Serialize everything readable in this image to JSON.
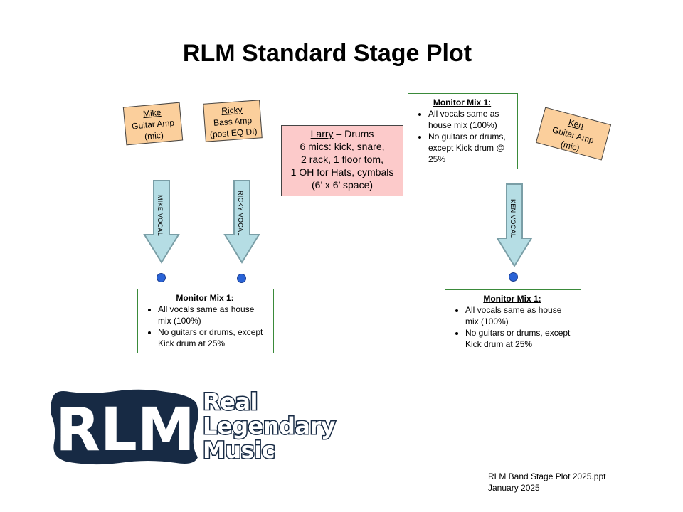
{
  "title": "RLM Standard Stage Plot",
  "amps": {
    "mike": {
      "name": "Mike",
      "line1": "Guitar Amp",
      "line2": "(mic)"
    },
    "ricky": {
      "name": "Ricky",
      "line1": "Bass Amp",
      "line2": "(post EQ DI)"
    },
    "ken": {
      "name": "Ken",
      "line1": "Guitar Amp",
      "line2": "(mic)"
    }
  },
  "drums": {
    "name": "Larry",
    "role": " – Drums",
    "line1": "6 mics: kick, snare,",
    "line2": "2 rack, 1 floor tom,",
    "line3": "1 OH for Hats, cymbals",
    "line4": "(6’ x 6’ space)"
  },
  "vocals": {
    "mike": "MIKE VOCAL",
    "ricky": "RICKY VOCAL",
    "ken": "KEN VOCAL"
  },
  "monitors": {
    "top": {
      "heading": "Monitor Mix 1:",
      "items": [
        "All vocals same as house mix (100%)",
        "No guitars or drums, except Kick drum @ 25%"
      ]
    },
    "left": {
      "heading": "Monitor Mix 1:",
      "items": [
        "All vocals same as house mix (100%)",
        "No guitars or drums, except Kick drum at 25%"
      ]
    },
    "right": {
      "heading": "Monitor Mix 1:",
      "items": [
        "All vocals same as house mix (100%)",
        "No guitars or drums, except Kick drum at 25%"
      ]
    }
  },
  "logo": {
    "letters": "RLM",
    "line1": "Real",
    "line2": "Legendary",
    "line3": "Music"
  },
  "footer": {
    "line1": "RLM Band Stage Plot 2025.ppt",
    "line2": "January 2025"
  },
  "colors": {
    "amp_fill": "#fbcf9c",
    "drums_fill": "#fccaca",
    "arrow_fill": "#b5dde4",
    "monitor_border": "#3a8a3a",
    "mic_dot": "#2a63d6",
    "logo_navy": "#172a44"
  }
}
